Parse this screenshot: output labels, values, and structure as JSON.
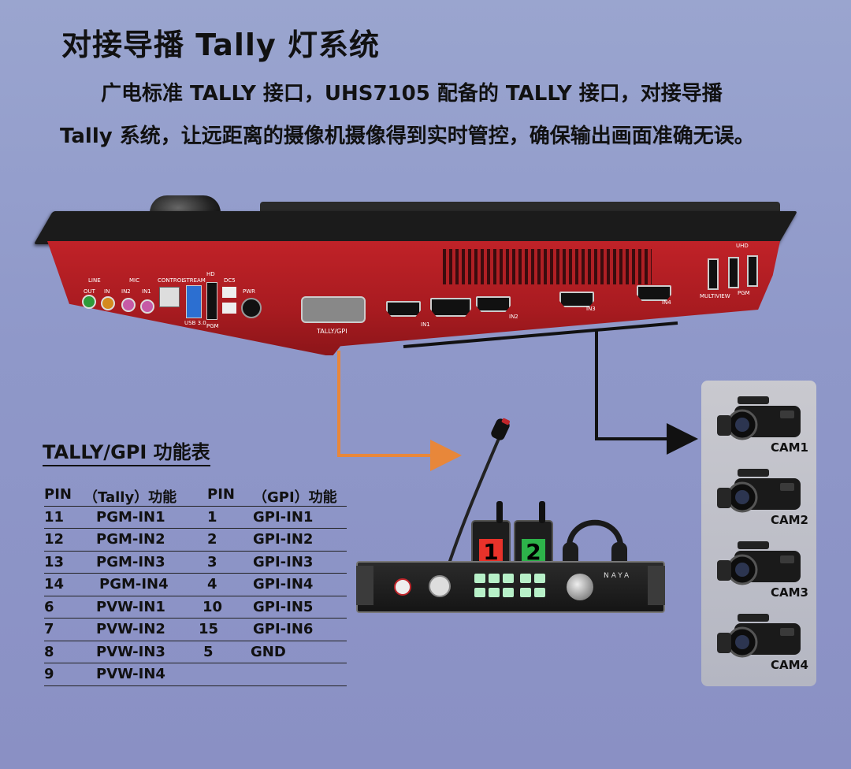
{
  "title": "对接导播 Tally 灯系统",
  "description": "广电标准 TALLY 接口，UHS7105 配备的 TALLY 接口，对接导播 Tally 系统，让远距离的摄像机摄像得到实时管控，确保输出画面准确无误。",
  "device": {
    "labels": {
      "line": "LINE",
      "out": "OUT",
      "in": "IN",
      "mic": "MIC",
      "in1": "IN1",
      "in2": "IN2",
      "control": "CONTROL",
      "stream": "STREAM",
      "usb": "USB 3.0",
      "hd": "HD",
      "pgm_small": "PGM",
      "dc": "DC5",
      "pwr": "PWR",
      "tally_gpi": "TALLY/GPI",
      "in1_group": "IN1",
      "in2_group": "IN2",
      "in3_group": "IN3",
      "in4_group": "IN4",
      "multiview": "MULTIVIEW",
      "pgm": "PGM",
      "uhd": "UHD"
    }
  },
  "table": {
    "title": "TALLY/GPI 功能表",
    "header": [
      "PIN",
      "（Tally）功能",
      "PIN",
      "（GPI）功能"
    ],
    "rows": [
      [
        "11",
        "PGM-IN1",
        "1",
        "GPI-IN1"
      ],
      [
        "12",
        "PGM-IN2",
        "2",
        "GPI-IN2"
      ],
      [
        "13",
        "PGM-IN3",
        "3",
        "GPI-IN3"
      ],
      [
        "14",
        "PGM-IN4",
        "4",
        "GPI-IN4"
      ],
      [
        "6",
        "PVW-IN1",
        "10",
        "GPI-IN5"
      ],
      [
        "7",
        "PVW-IN2",
        "15",
        "GPI-IN6"
      ],
      [
        "8",
        "PVW-IN3",
        "5",
        "GND"
      ],
      [
        "9",
        "PVW-IN4",
        "",
        ""
      ]
    ]
  },
  "intercom": {
    "beltpacks": [
      {
        "number": "1",
        "color": "#e8322a"
      },
      {
        "number": "2",
        "color": "#2db34a"
      }
    ],
    "brand": "NAYA"
  },
  "cameras": [
    "CAM1",
    "CAM2",
    "CAM3",
    "CAM4"
  ],
  "colors": {
    "arrow_orange": "#e8873a",
    "arrow_black": "#111111",
    "device_red": "#b01f24"
  }
}
